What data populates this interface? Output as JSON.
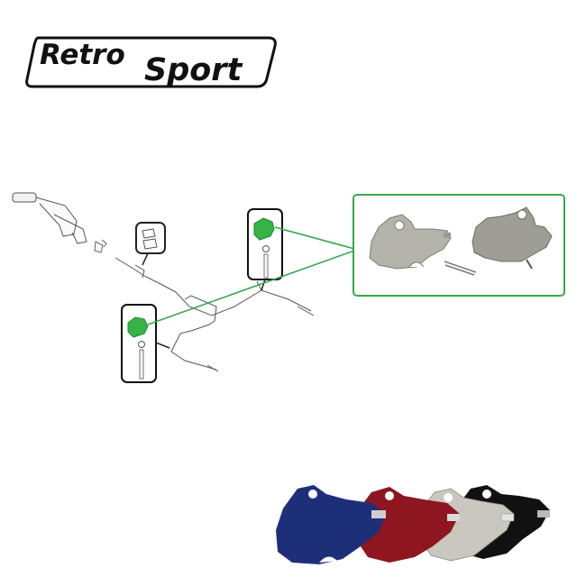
{
  "logo": {
    "text_first": "Retro",
    "text_second": "Sport"
  },
  "colors": {
    "highlight_green": "#35b346",
    "callout_border": "#37a84b",
    "plate_blue": "#1e2f7a",
    "plate_red": "#8e1620",
    "plate_silver": "#c9c7bf",
    "plate_black": "#111111"
  },
  "diagram": {
    "icons": [
      "handbrake-lever-icon",
      "handbrake-cable-icon",
      "bracket-icon",
      "brake-lever-plate-icon",
      "pivot-bolt-icon",
      "washer-icon",
      "split-pin-icon"
    ]
  },
  "product_photo": {
    "variants": [
      "blue",
      "red",
      "silver",
      "black"
    ]
  }
}
